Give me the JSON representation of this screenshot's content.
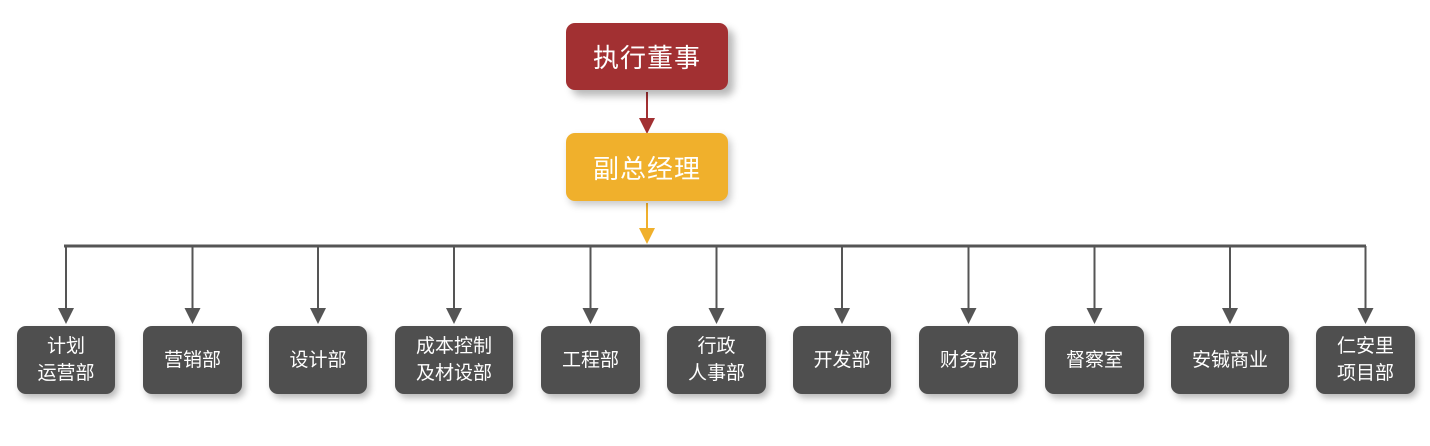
{
  "title": {
    "label": "执行董事",
    "color": "#a23032"
  },
  "deputy": {
    "label": "副总经理",
    "color": "#f0b02c"
  },
  "departments": [
    {
      "label": "计划\n运营部"
    },
    {
      "label": "营销部"
    },
    {
      "label": "设计部"
    },
    {
      "label": "成本控制\n及材设部"
    },
    {
      "label": "工程部"
    },
    {
      "label": "行政\n人事部"
    },
    {
      "label": "开发部"
    },
    {
      "label": "财务部"
    },
    {
      "label": "督察室"
    },
    {
      "label": "安铖商业"
    },
    {
      "label": "仁安里\n项目部"
    }
  ],
  "colors": {
    "department_box": "#4f4f4f",
    "connector": "#555555"
  }
}
